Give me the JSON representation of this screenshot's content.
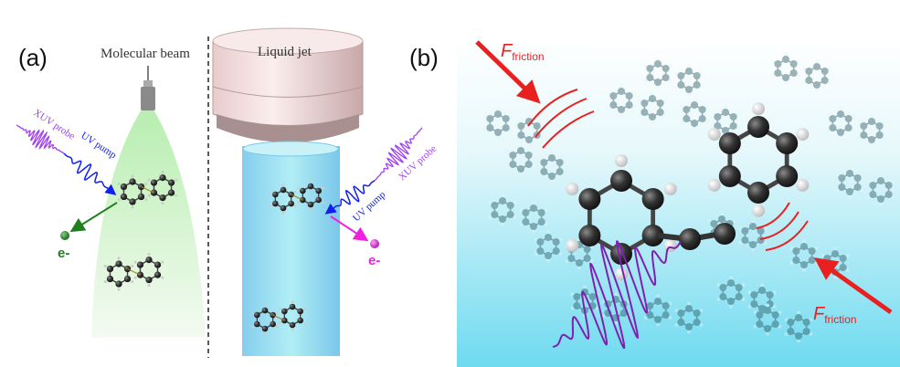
{
  "panel_a": {
    "label": "(a)",
    "molecular_beam_label": "Molecular beam",
    "liquid_jet_label": "Liquid jet",
    "xuv_probe_left": "XUV probe",
    "uv_pump_left": "UV pump",
    "xuv_probe_right": "XUV probe",
    "uv_pump_right": "UV pump",
    "electron_left": "e-",
    "electron_right": "e-",
    "colors": {
      "beam": "#c8f0c0",
      "jet": "#7fd8f0",
      "nozzle_cap": "#f2dede",
      "xuv": "#a040f0",
      "uv": "#1020f0",
      "electron_gas": "#208020",
      "electron_liquid": "#f020e0"
    }
  },
  "panel_b": {
    "label": "(b)",
    "friction_top": {
      "main": "F",
      "sub": "friction"
    },
    "friction_bottom": {
      "main": "F",
      "sub": "friction"
    },
    "colors": {
      "friction": "#e82020",
      "wave": "#8020b0",
      "bg_bottom": "#70dcf0"
    }
  }
}
